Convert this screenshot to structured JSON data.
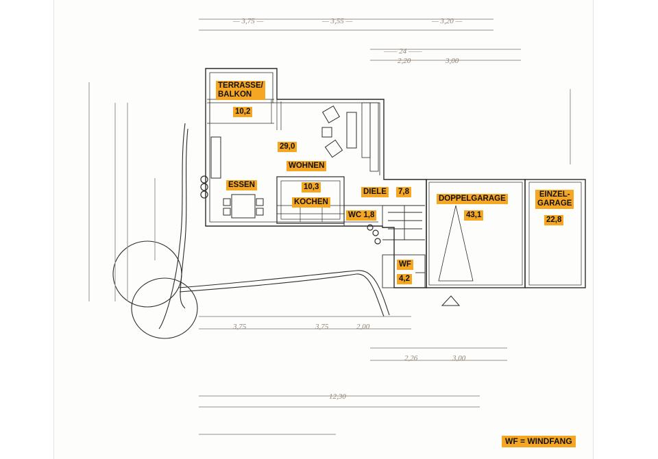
{
  "rooms": {
    "terrasse": {
      "name": "TERRASSE/\nBALKON",
      "area": "10,2"
    },
    "wohnen": {
      "name": "WOHNEN",
      "area": "29,0"
    },
    "essen": {
      "name": "ESSEN"
    },
    "kochen": {
      "name": "KOCHEN",
      "area": "10,3"
    },
    "diele": {
      "name": "DIELE",
      "area": "7,8"
    },
    "wc": {
      "name": "WC 1,8"
    },
    "wf": {
      "name": "WF",
      "area": "4,2"
    },
    "doppelgarage": {
      "name": "DOPPELGARAGE",
      "area": "43,1"
    },
    "einzelgarage": {
      "name": "EINZEL-\nGARAGE",
      "area": "22,8"
    }
  },
  "legend": "WF = WINDFANG",
  "colors": {
    "label_bg": "#f5a623",
    "line": "#2a2a2a",
    "faded": "#9a8f85"
  }
}
